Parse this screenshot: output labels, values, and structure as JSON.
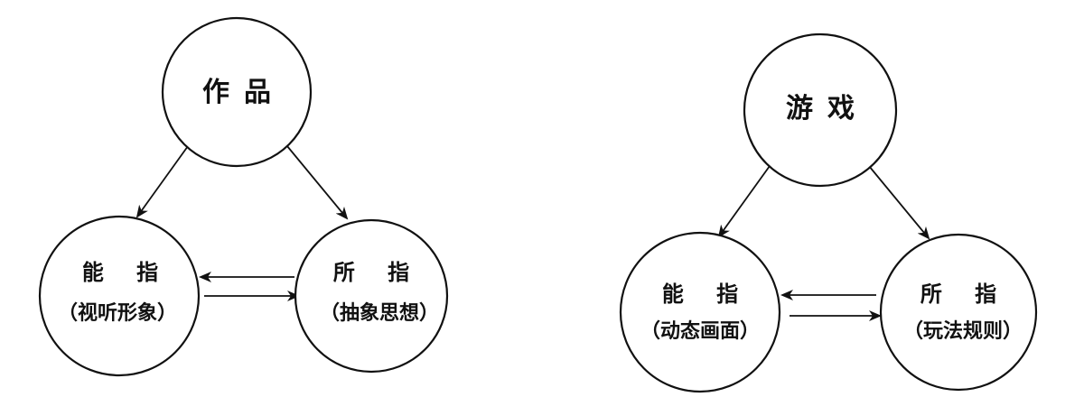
{
  "diagrams": [
    {
      "top": {
        "label": "作品"
      },
      "left": {
        "label": "能 指",
        "sub": "（视听形象）"
      },
      "right": {
        "label": "所 指",
        "sub": "（抽象思想）"
      }
    },
    {
      "top": {
        "label": "游戏"
      },
      "left": {
        "label": "能 指",
        "sub": "（动态画面）"
      },
      "right": {
        "label": "所 指",
        "sub": "（玩法规则）"
      }
    }
  ]
}
